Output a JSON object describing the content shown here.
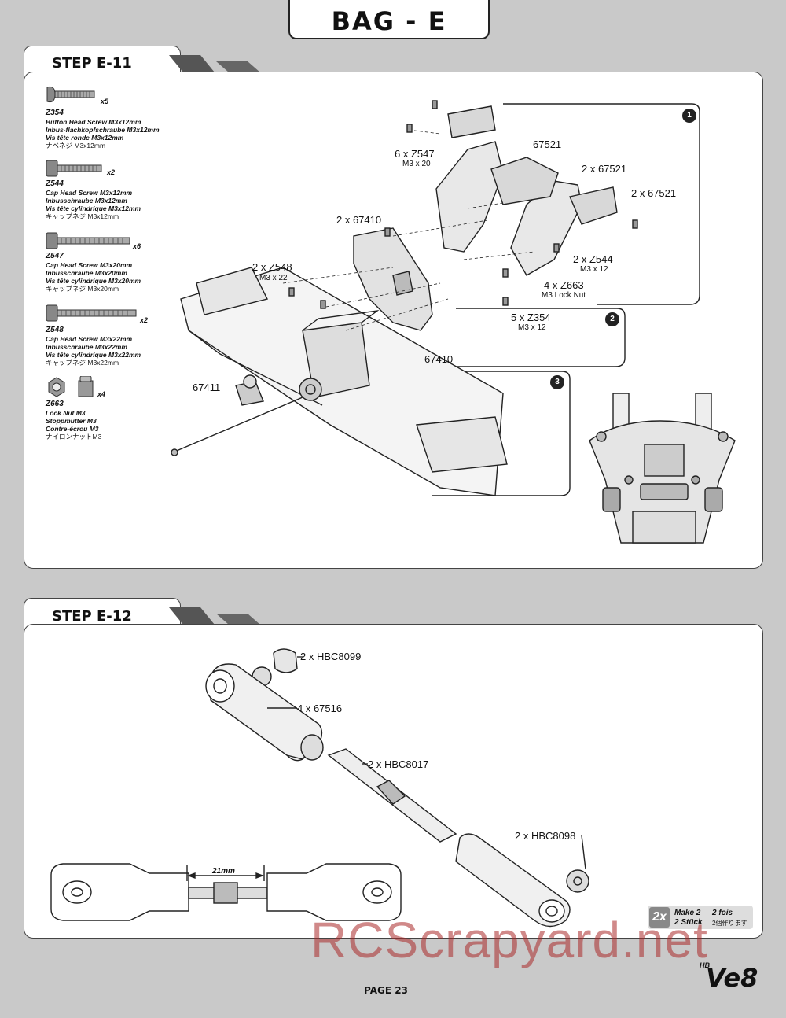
{
  "header": {
    "title": "BAG - E"
  },
  "step11": {
    "label": "STEP E-11",
    "parts": [
      {
        "id": "Z354",
        "qty": "x5",
        "lines": [
          "Button Head Screw M3x12mm",
          "Inbus-flachkopfschraube M3x12mm",
          "Vis tête ronde M3x12mm"
        ],
        "jp": "ナベネジ M3x12mm"
      },
      {
        "id": "Z544",
        "qty": "x2",
        "lines": [
          "Cap Head Screw M3x12mm",
          "Inbusschraube M3x12mm",
          "Vis tête cylindrique M3x12mm"
        ],
        "jp": "キャップネジ M3x12mm"
      },
      {
        "id": "Z547",
        "qty": "x6",
        "lines": [
          "Cap Head Screw M3x20mm",
          "Inbusschraube M3x20mm",
          "Vis tête cylindrique M3x20mm"
        ],
        "jp": "キャップネジ M3x20mm"
      },
      {
        "id": "Z548",
        "qty": "x2",
        "lines": [
          "Cap Head Screw M3x22mm",
          "Inbusschraube M3x22mm",
          "Vis tête cylindrique M3x22mm"
        ],
        "jp": "キャップネジ M3x22mm"
      },
      {
        "id": "Z663",
        "qty": "x4",
        "lines": [
          "Lock Nut M3",
          "Stoppmutter M3",
          "Contre-écrou M3"
        ],
        "jp": "ナイロンナットM3"
      }
    ],
    "callouts": {
      "z547": "6 x Z547",
      "z547_sub": "M3 x 20",
      "p67521": "67521",
      "p67521_b": "2 x 67521",
      "p67521_c": "2 x 67521",
      "p67410_top": "2 x 67410",
      "z548": "2 x Z548",
      "z548_sub": "M3 x 22",
      "z544": "2 x Z544",
      "z544_sub": "M3 x 12",
      "z663": "4 x Z663",
      "z663_sub": "M3 Lock Nut",
      "z354": "5 x Z354",
      "z354_sub": "M3 x 12",
      "p67410": "67410",
      "p67411": "67411"
    },
    "badges": [
      "1",
      "2",
      "3"
    ]
  },
  "step12": {
    "label": "STEP E-12",
    "callouts": {
      "hbc8099": "2 x HBC8099",
      "p67516": "4 x 67516",
      "hbc8017": "2 x HBC8017",
      "hbc8098": "2 x HBC8098"
    },
    "dimension": "21mm",
    "make": {
      "badge": "2x",
      "en": "Make 2",
      "fr": "2 fois",
      "de": "2 Stück",
      "jp": "2個作ります"
    }
  },
  "footer": {
    "page": "PAGE 23",
    "logo": "Ve8",
    "logo_small": "HB",
    "watermark": "RCScrapyard.net"
  }
}
